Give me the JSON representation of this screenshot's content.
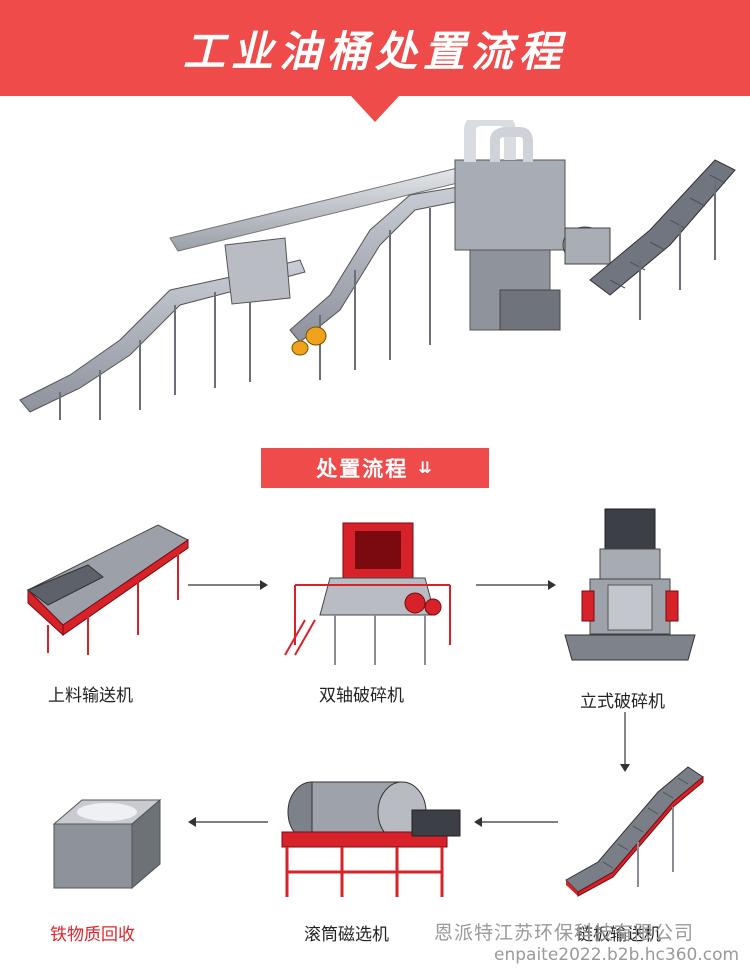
{
  "header": {
    "title": "工业油桶处置流程"
  },
  "section": {
    "title": "处置流程",
    "chevron": "chevron-double-down-icon"
  },
  "steps": [
    {
      "label": "上料输送机",
      "icon": "feed-conveyor-illustration"
    },
    {
      "label": "双轴破碎机",
      "icon": "double-shaft-shredder-illustration"
    },
    {
      "label": "立式破碎机",
      "icon": "vertical-crusher-illustration"
    },
    {
      "label": "链板输送机",
      "icon": "chain-plate-conveyor-illustration"
    },
    {
      "label": "滚筒磁选机",
      "icon": "drum-magnetic-separator-illustration"
    },
    {
      "label": "铁物质回收",
      "icon": "iron-recovery-bin-illustration"
    }
  ],
  "watermark": {
    "company": "恩派特江苏环保科技有限公司",
    "url": "enpaite2022.b2b.hc360.com"
  },
  "colors": {
    "accent": "#f04b4b",
    "machine_red": "#d8222a",
    "steel": "#8a8d93",
    "highlight_label": "#e0262c"
  }
}
